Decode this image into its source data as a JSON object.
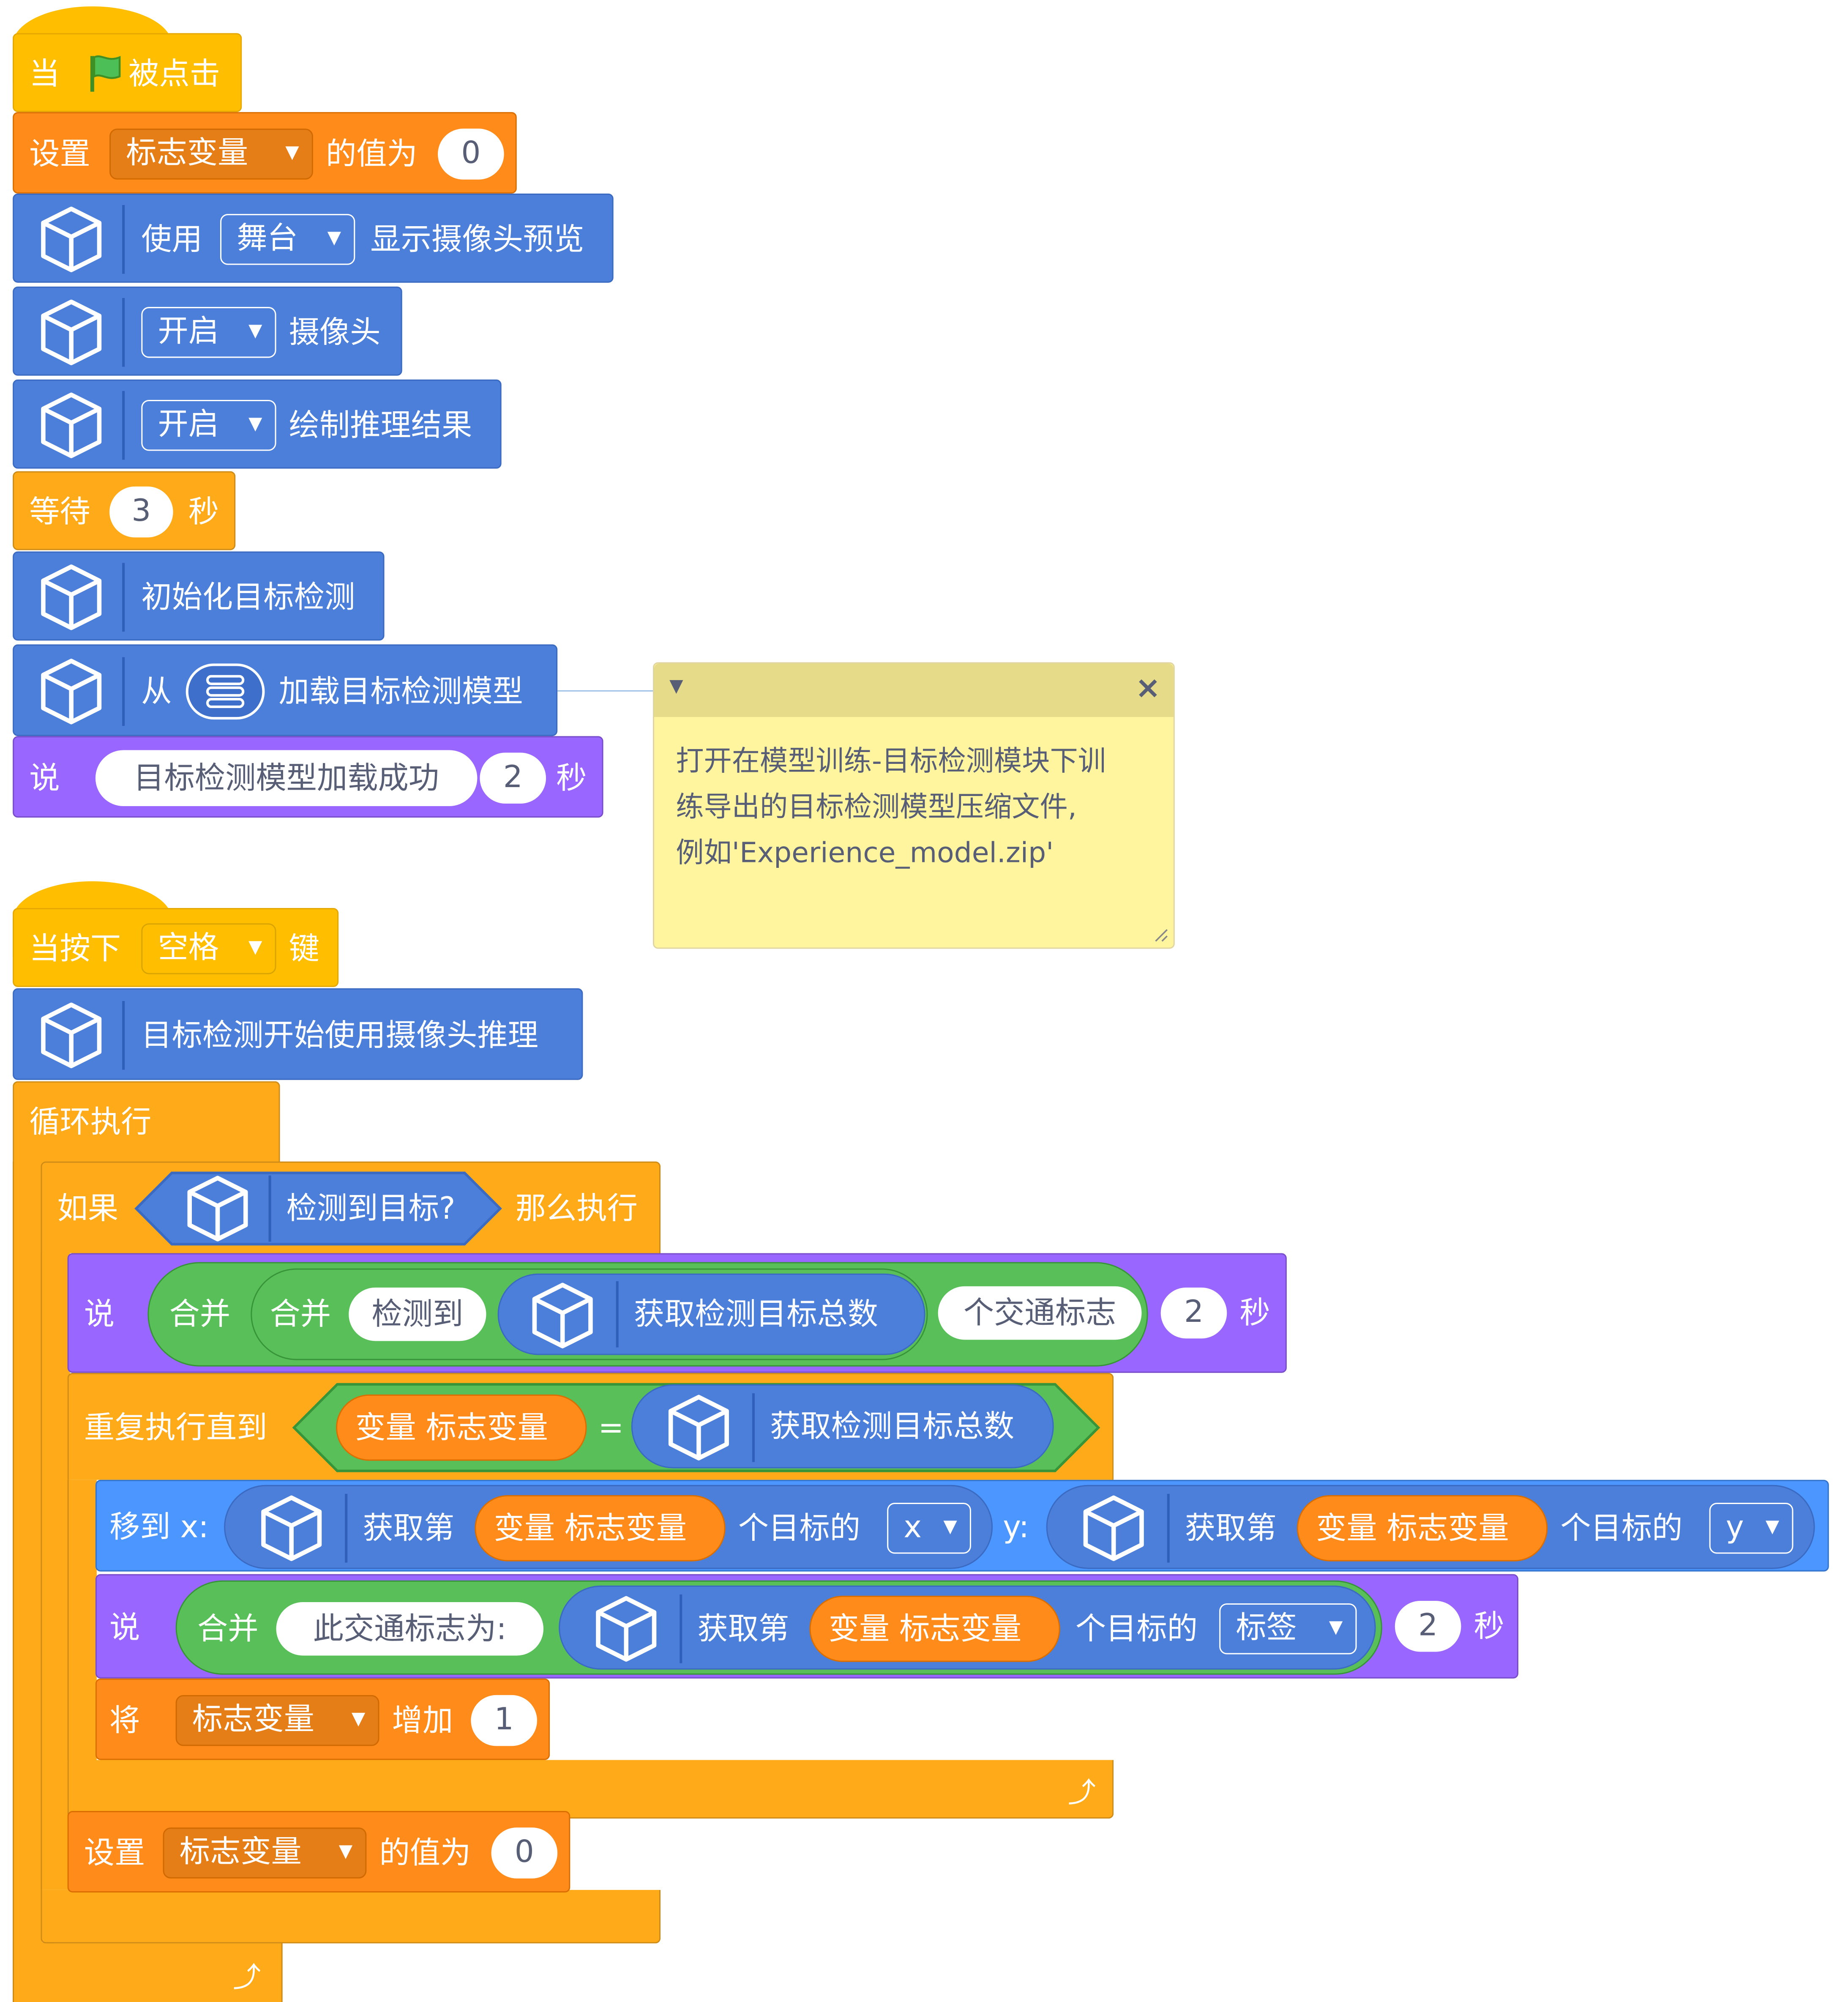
{
  "script1": {
    "hat_when": "当",
    "hat_clicked": "被点击",
    "set_label": "设置",
    "set_var": "标志变量",
    "set_to": "的值为",
    "set_value": "0",
    "use_label": "使用",
    "use_dropdown": "舞台",
    "use_suffix": "显示摄像头预览",
    "cam_dropdown": "开启",
    "cam_suffix": "摄像头",
    "draw_dropdown": "开启",
    "draw_suffix": "绘制推理结果",
    "wait_label": "等待",
    "wait_value": "3",
    "wait_unit": "秒",
    "init_label": "初始化目标检测",
    "load_from": "从",
    "load_suffix": "加载目标检测模型",
    "say_label": "说",
    "say_text": "目标检测模型加载成功",
    "say_secs": "2",
    "say_unit": "秒"
  },
  "note": {
    "text": "打开在模型训练-目标检测模块下训\n练导出的目标检测模型压缩文件,\n例如'Experience_model.zip'",
    "collapse_icon": "triangle-down-icon",
    "close_icon": "close-x-icon"
  },
  "script2": {
    "hat_when": "当按下",
    "hat_key": "空格",
    "hat_suffix": "键",
    "start_infer": "目标检测开始使用摄像头推理",
    "forever": "循环执行",
    "if_label": "如果",
    "if_cond": "检测到目标?",
    "if_then": "那么执行",
    "say1_label": "说",
    "join_label": "合并",
    "join2_label": "合并",
    "detected": "检测到",
    "get_total": "获取检测目标总数",
    "traffic_signs": "个交通标志",
    "say1_secs": "2",
    "say1_unit": "秒",
    "repeat_until": "重复执行直到",
    "var_reporter": "变量 标志变量",
    "equals": "=",
    "get_total2": "获取检测目标总数",
    "goto_label": "移到 x:",
    "get_nth": "获取第",
    "var_reporter2": "变量 标志变量",
    "nth_target_of": "个目标的",
    "x_dropdown": "x",
    "y_label": "y:",
    "get_nth_y": "获取第",
    "var_reporter3": "变量 标志变量",
    "nth_target_of_y": "个目标的",
    "y_dropdown": "y",
    "say2_label": "说",
    "join3_label": "合并",
    "sign_is": "此交通标志为:",
    "get_nth2": "获取第",
    "var_reporter4": "变量 标志变量",
    "nth_target_of2": "个目标的",
    "label_dropdown": "标签",
    "say2_secs": "2",
    "say2_unit": "秒",
    "change_label": "将",
    "change_var": "标志变量",
    "change_by": "增加",
    "change_value": "1",
    "set_label": "设置",
    "set_var": "标志变量",
    "set_to": "的值为",
    "set_value": "0"
  },
  "colors": {
    "events": "#FFBF00",
    "control": "#FFAB19",
    "variables": "#FF8C1A",
    "extension": "#4C7FD9",
    "looks": "#9966FF",
    "motion": "#4C97FF",
    "operators": "#59C059",
    "note": "#FFF59E"
  }
}
